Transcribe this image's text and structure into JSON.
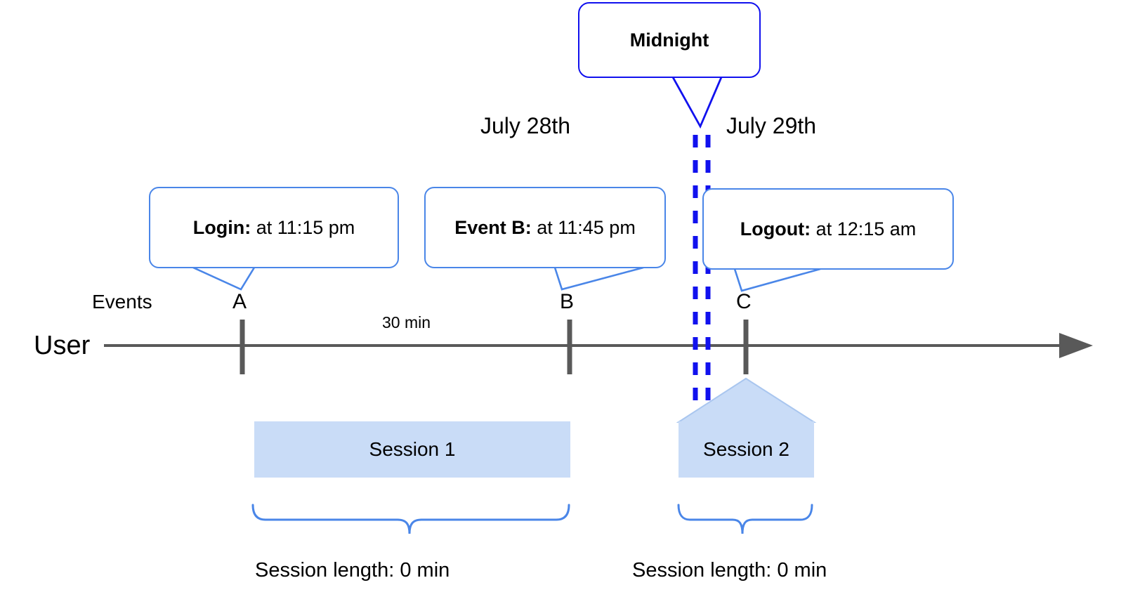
{
  "diagram": {
    "title": "User session timeline across midnight",
    "axis": {
      "row_label": "User",
      "events_label": "Events",
      "dates": [
        {
          "name": "left-date",
          "label": "July 28th"
        },
        {
          "name": "right-date",
          "label": "July 29th"
        }
      ],
      "duration_label": "30 min"
    },
    "midnight": {
      "label": "Midnight",
      "border_color": "#1111ee",
      "dash_color": "#1111ee"
    },
    "events": [
      {
        "tick": "A",
        "title": "Login:",
        "detail": " at 11:15 pm"
      },
      {
        "tick": "B",
        "title": "Event B:",
        "detail": " at 11:45 pm"
      },
      {
        "tick": "C",
        "title": "Logout:",
        "detail": " at 12:15 am"
      }
    ],
    "sessions": [
      {
        "label": "Session 1",
        "length_label": "Session length: 0 min"
      },
      {
        "label": "Session 2",
        "length_label": "Session length: 0 min"
      }
    ],
    "colors": {
      "callout_border": "#4a86e8",
      "midnight_border": "#1111ee",
      "session_fill": "#c9dcf7",
      "axis_line": "#595959",
      "brace": "#4a86e8"
    }
  }
}
